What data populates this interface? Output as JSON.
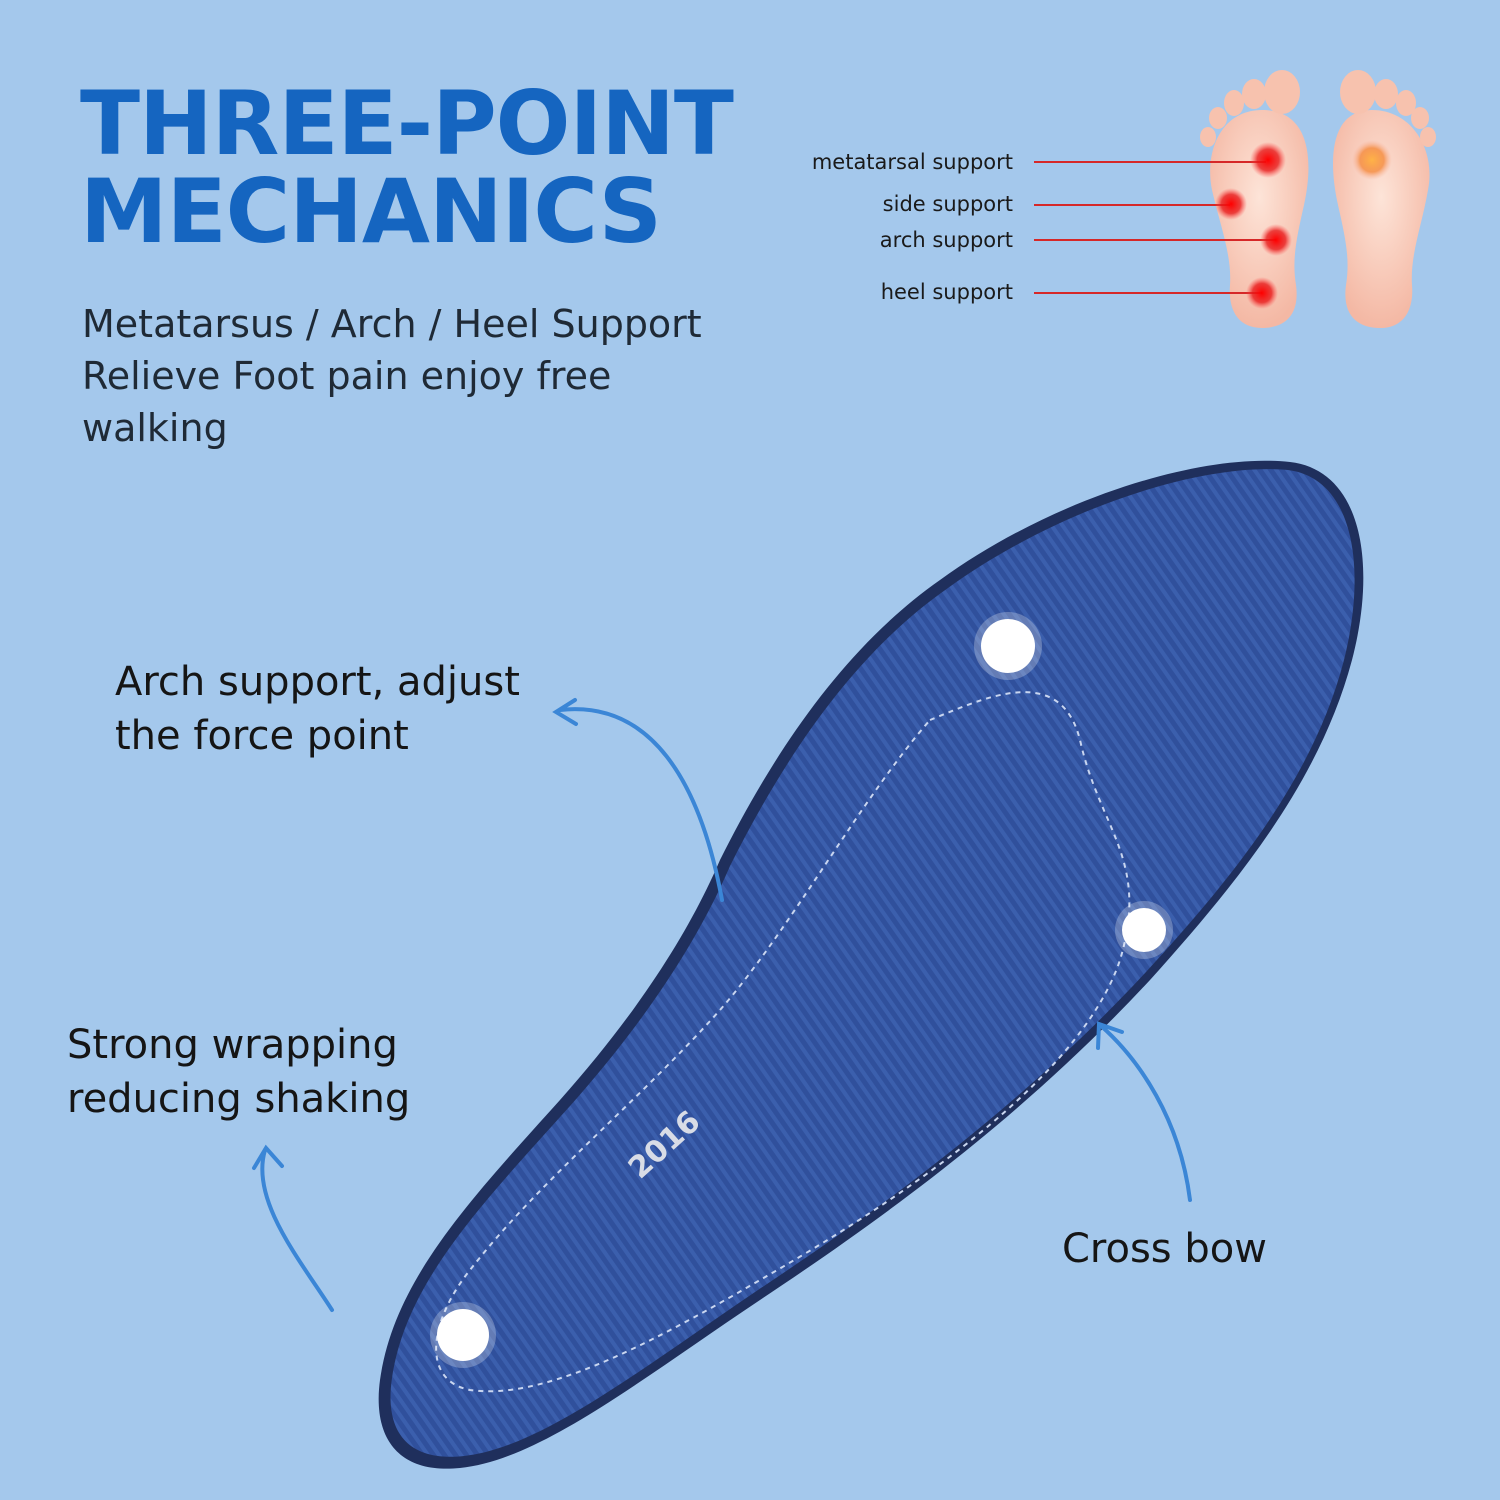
{
  "headline": {
    "line1": "THREE-POINT",
    "line2": "MECHANICS"
  },
  "subtitle": {
    "line1": "Metatarsus / Arch / Heel Support",
    "line2": "Relieve Foot pain enjoy free",
    "line3": "walking"
  },
  "foot_diagram": {
    "labels": [
      "metatarsal support",
      "side support",
      "arch support",
      "heel support"
    ]
  },
  "callouts": {
    "arch": {
      "line1": "Arch support, adjust",
      "line2": "the force point"
    },
    "wrap": {
      "line1": "Strong wrapping",
      "line2": "reducing shaking"
    },
    "crossbow": "Cross bow"
  },
  "insole": {
    "brand_mark": "2016"
  },
  "colors": {
    "background": "#a4c8ec",
    "headline": "#1565c0",
    "insole": "#2f4f9a",
    "pointer_lines": "#d62828",
    "arrows": "#3b86d6"
  }
}
